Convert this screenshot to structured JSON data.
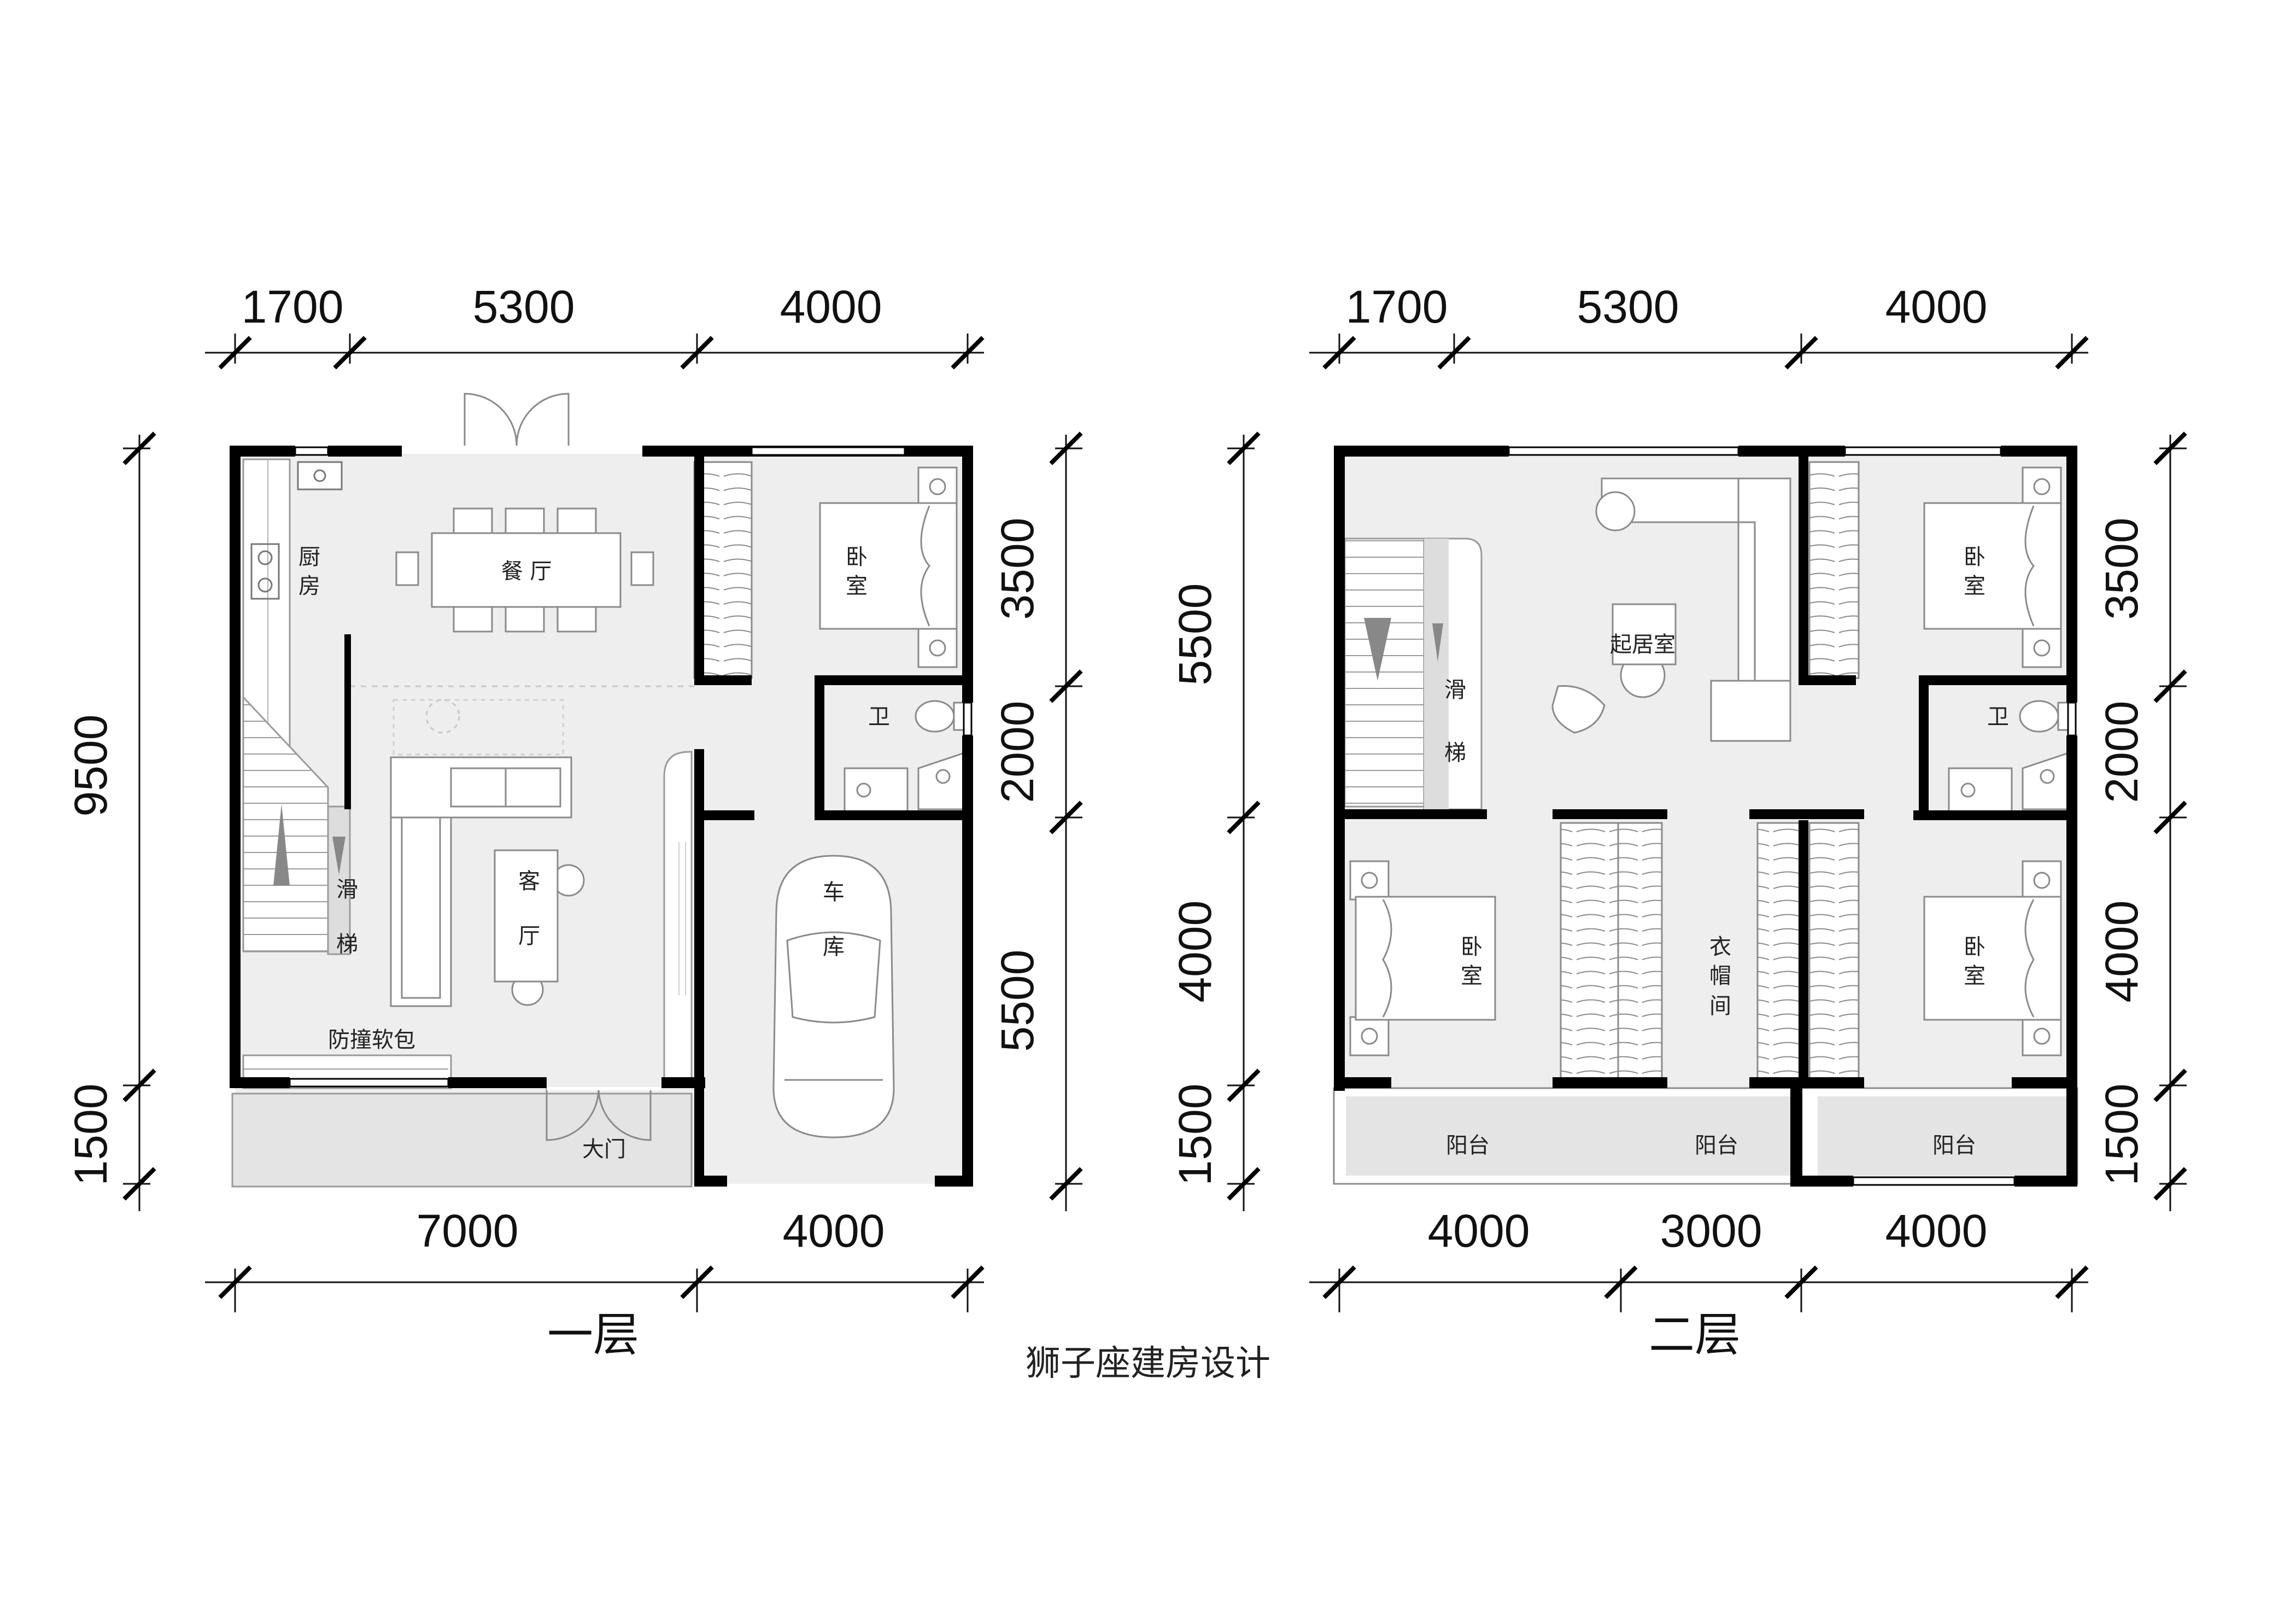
{
  "caption": "狮子座建房设计",
  "floor1": {
    "title": "一层",
    "dims_top": [
      "1700",
      "5300",
      "4000"
    ],
    "dims_bottom": [
      "7000",
      "4000"
    ],
    "dims_left": [
      "9500",
      "1500"
    ],
    "dims_right": [
      "3500",
      "2000",
      "5500"
    ],
    "rooms": {
      "kitchen_1": "厨",
      "kitchen_2": "房",
      "dining": "餐 厅",
      "bedroom_1": "卧",
      "bedroom_2": "室",
      "bath": "卫",
      "slide_1": "滑",
      "slide_2": "梯",
      "living_1": "客",
      "living_2": "厅",
      "garage_1": "车",
      "garage_2": "库",
      "padding": "防撞软包",
      "gate": "大门"
    }
  },
  "floor2": {
    "title": "二层",
    "dims_top": [
      "1700",
      "5300",
      "4000"
    ],
    "dims_bottom": [
      "4000",
      "3000",
      "4000"
    ],
    "dims_left": [
      "5500",
      "4000",
      "1500"
    ],
    "dims_right": [
      "3500",
      "2000",
      "4000",
      "1500"
    ],
    "rooms": {
      "family": "起居室",
      "slide_1": "滑",
      "slide_2": "梯",
      "bedroom_ne_1": "卧",
      "bedroom_ne_2": "室",
      "bath": "卫",
      "bedroom_sw_1": "卧",
      "bedroom_sw_2": "室",
      "closet_1": "衣",
      "closet_2": "帽",
      "closet_3": "间",
      "bedroom_se_1": "卧",
      "bedroom_se_2": "室",
      "balcony_1": "阳台",
      "balcony_2": "阳台",
      "balcony_3": "阳台"
    }
  }
}
